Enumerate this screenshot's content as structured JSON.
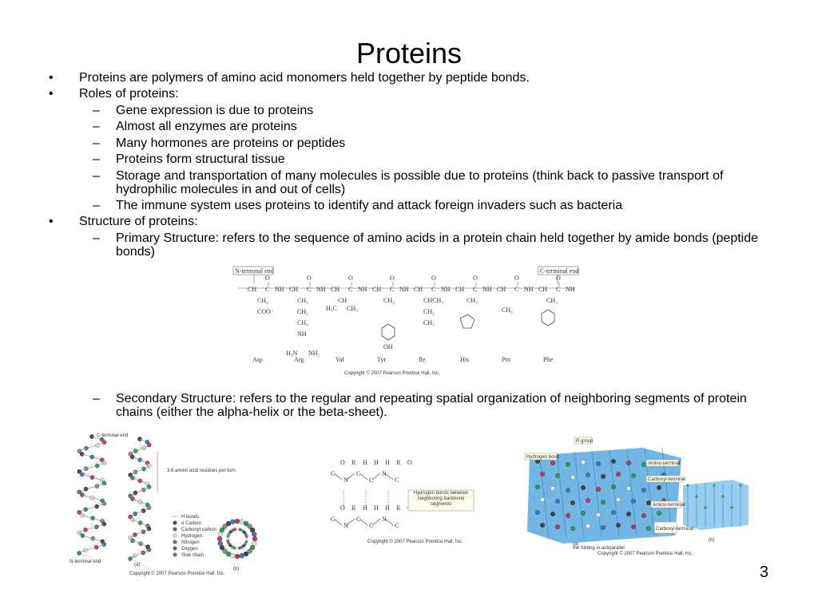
{
  "slide": {
    "title": "Proteins",
    "page_number": "3",
    "bullet_glyph": "•",
    "dash_glyph": "–",
    "bullets": [
      "Proteins are polymers of amino acid monomers held together by peptide bonds.",
      "Roles of proteins:",
      "Structure of proteins:"
    ],
    "roles": [
      "Gene expression is due to proteins",
      "Almost all enzymes are proteins",
      "Many hormones are proteins or peptides",
      "Proteins form structural tissue",
      "Storage and transportation of many molecules is possible due to proteins (think back to passive transport of hydrophilic molecules in and out of cells)",
      "The immune system uses proteins to identify and attack foreign invaders such as bacteria"
    ],
    "structure": {
      "primary": "Primary Structure:  refers to the sequence of amino acids in a protein chain held together by amide bonds (peptide bonds)",
      "secondary": "Secondary Structure:  refers to the regular and repeating spatial organization of neighboring segments of protein chains (either the alpha-helix or the beta-sheet)."
    }
  },
  "figures": {
    "primary": {
      "n_terminal": "N-terminal end",
      "c_terminal": "C-terminal end",
      "residues": [
        "Asp",
        "Arg",
        "Val",
        "Tyr",
        "Ile",
        "His",
        "Pro",
        "Phe"
      ],
      "copyright": "Copyright © 2007 Pearson Prentice Hall, Inc."
    },
    "helix": {
      "c_terminal": "C-terminal end",
      "n_terminal": "N-terminal end",
      "repeat_label": "3.6 amino acid residues per turn",
      "legend": [
        "H bonds",
        "α Carbon",
        "Carbonyl carbon",
        "Hydrogen",
        "Nitrogen",
        "Oxygen",
        "Side chain"
      ],
      "panel_a": "(a)",
      "panel_b": "(b)",
      "copyright": "Copyright © 2007 Pearson Prentice Hall, Inc."
    },
    "hbond": {
      "callout": "Hydrogen bonds between neighboring backbone segments",
      "copyright": "Copyright © 2007 Pearson Prentice Hall, Inc."
    },
    "sheet": {
      "r_group": "R group",
      "hydrogen_bond": "Hydrogen bond",
      "amino_terminal": "Amino-terminal",
      "carboxyl_terminal": "Carboxyl-terminal",
      "amino_terminal_2": "Amino-terminal",
      "carboxyl_terminal_2": "Carboxyl-terminal",
      "panel_a": "(a)",
      "panel_b": "(b)",
      "caption": "the folding in antiparallel",
      "copyright": "Copyright © 2007 Pearson Prentice Hall, Inc."
    }
  }
}
